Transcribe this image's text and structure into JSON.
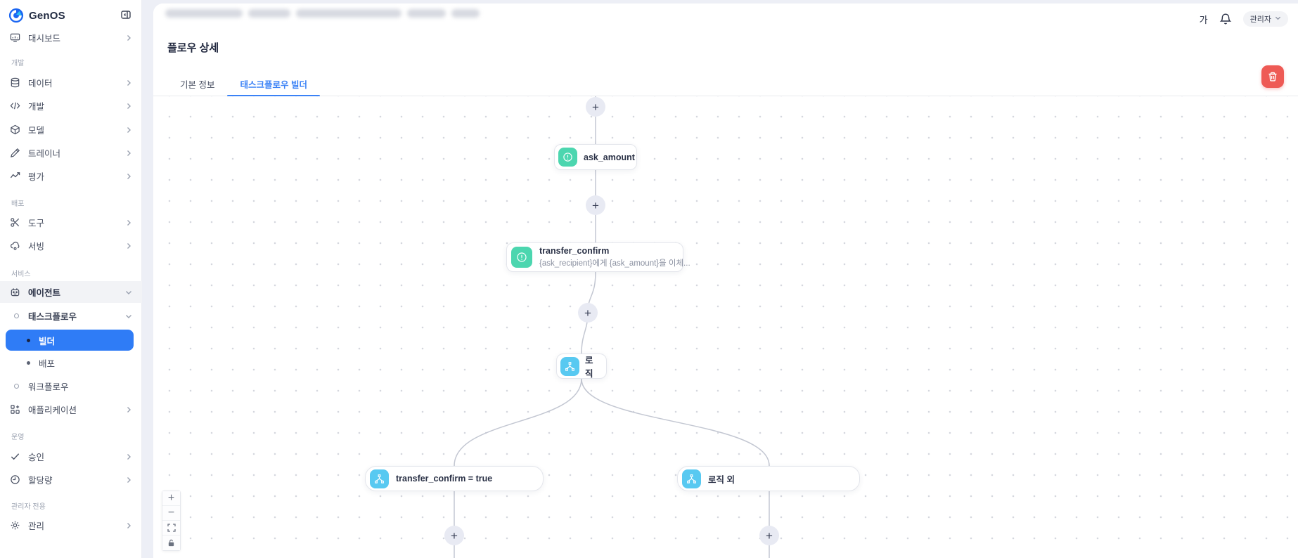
{
  "brand": {
    "name": "GenOS"
  },
  "sidebar": {
    "items": [
      {
        "label": "대시보드",
        "icon": "dashboard-icon"
      },
      {
        "label": "개발",
        "type": "section"
      },
      {
        "label": "데이터",
        "icon": "database-icon"
      },
      {
        "label": "개발",
        "icon": "code-icon"
      },
      {
        "label": "모델",
        "icon": "cube-icon"
      },
      {
        "label": "트레이너",
        "icon": "pencil-icon"
      },
      {
        "label": "평가",
        "icon": "chart-line-icon"
      },
      {
        "label": "배포",
        "type": "section"
      },
      {
        "label": "도구",
        "icon": "tools-icon"
      },
      {
        "label": "서빙",
        "icon": "cloud-icon"
      },
      {
        "label": "서비스",
        "type": "section"
      },
      {
        "label": "에이전트",
        "icon": "robot-icon",
        "expanded": true
      },
      {
        "label": "태스크플로우",
        "expanded": true
      },
      {
        "label": "빌더",
        "selected": true
      },
      {
        "label": "배포"
      },
      {
        "label": "워크플로우"
      },
      {
        "label": "애플리케이션",
        "icon": "apps-icon"
      },
      {
        "label": "운영",
        "type": "section"
      },
      {
        "label": "승인",
        "icon": "check-icon"
      },
      {
        "label": "할당량",
        "icon": "clock-icon"
      },
      {
        "label": "관리자 전용",
        "type": "section"
      },
      {
        "label": "관리",
        "icon": "gear-icon"
      }
    ]
  },
  "header": {
    "language_button": "가",
    "profile_label": "관리자"
  },
  "page": {
    "title": "플로우 상세",
    "tabs": [
      {
        "label": "기본 정보",
        "active": false
      },
      {
        "label": "태스크플로우 빌더",
        "active": true
      }
    ]
  },
  "canvas": {
    "add_node_glyph": "+",
    "nodes": {
      "ask_amount": {
        "title": "ask_amount",
        "icon": "prompt-icon",
        "color": "#4cd6af"
      },
      "transfer_confirm": {
        "title": "transfer_confirm",
        "subtitle": "{ask_recipient}에게 {ask_amount}을 이체...",
        "icon": "prompt-icon",
        "color": "#4cd6af"
      },
      "logic": {
        "title": "로직",
        "icon": "branch-icon",
        "color": "#58c9f1"
      },
      "branch_true": {
        "title": "transfer_confirm = true",
        "icon": "branch-icon",
        "color": "#58c9f1"
      },
      "branch_else": {
        "title": "로직 외",
        "icon": "branch-icon",
        "color": "#58c9f1"
      }
    },
    "controls": {
      "zoom_in": "+",
      "zoom_out": "−"
    }
  },
  "colors": {
    "accent_blue": "#2f7cf6",
    "tab_blue": "#3b82f6",
    "node_teal": "#4cd6af",
    "node_sky": "#58c9f1",
    "danger_red": "#ee5a55",
    "edge_gray": "#c3c7d2"
  }
}
